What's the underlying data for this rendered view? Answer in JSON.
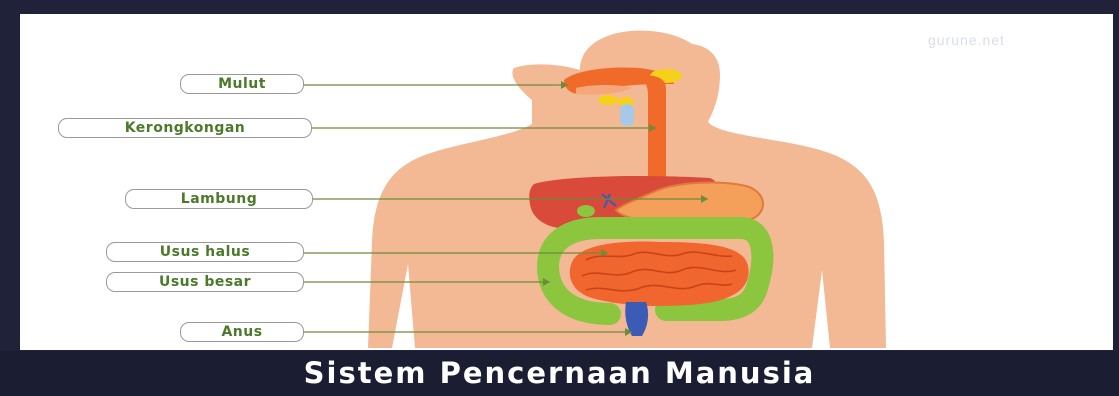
{
  "watermark": "gurune.net",
  "caption": "Sistem Pencernaan Manusia",
  "labels": {
    "mulut": "Mulut",
    "kerongkongan": "Kerongkongan",
    "lambung": "Lambung",
    "usus_halus": "Usus halus",
    "usus_besar": "Usus besar",
    "anus": "Anus"
  },
  "colors": {
    "frame": "#20223a",
    "skin": "#f2b994",
    "esophagus": "#f06a2a",
    "stomach": "#f4a05a",
    "liver": "#d94a3a",
    "small_intestine": "#f0662e",
    "large_intestine": "#8cc63e",
    "rectum": "#3b5bb5",
    "salivary": "#f5d11a",
    "label_text": "#4b7a2a",
    "leader_line": "#6f8a3a"
  }
}
